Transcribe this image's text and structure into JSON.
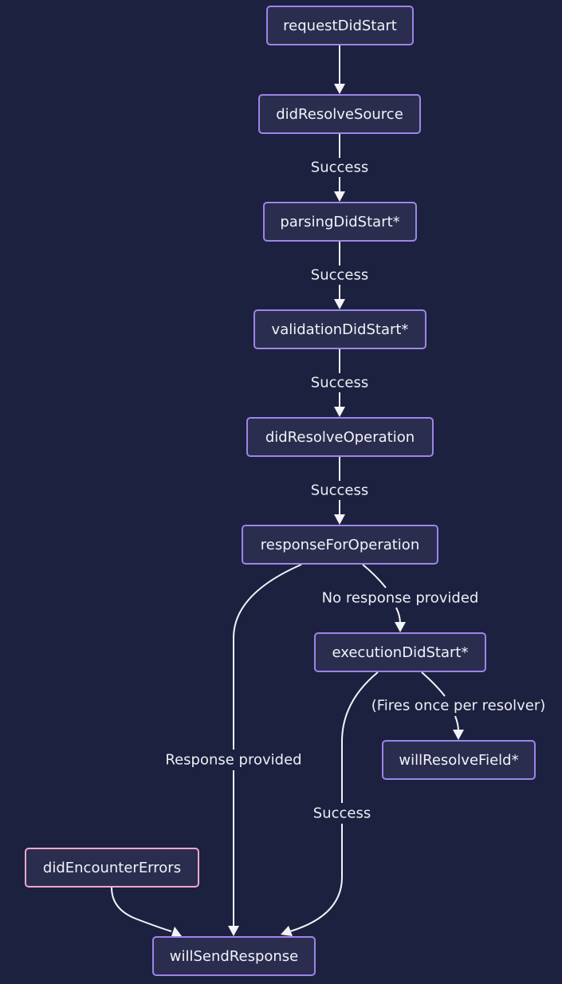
{
  "diagram": {
    "nodes": {
      "requestDidStart": "requestDidStart",
      "didResolveSource": "didResolveSource",
      "parsingDidStart": "parsingDidStart*",
      "validationDidStart": "validationDidStart*",
      "didResolveOperation": "didResolveOperation",
      "responseForOperation": "responseForOperation",
      "executionDidStart": "executionDidStart*",
      "willResolveField": "willResolveField*",
      "didEncounterErrors": "didEncounterErrors",
      "willSendResponse": "willSendResponse"
    },
    "edges": [
      {
        "from": "requestDidStart",
        "to": "didResolveSource",
        "label": ""
      },
      {
        "from": "didResolveSource",
        "to": "parsingDidStart",
        "label": "Success"
      },
      {
        "from": "parsingDidStart",
        "to": "validationDidStart",
        "label": "Success"
      },
      {
        "from": "validationDidStart",
        "to": "didResolveOperation",
        "label": "Success"
      },
      {
        "from": "didResolveOperation",
        "to": "responseForOperation",
        "label": "Success"
      },
      {
        "from": "responseForOperation",
        "to": "executionDidStart",
        "label": "No response provided"
      },
      {
        "from": "executionDidStart",
        "to": "willResolveField",
        "label": "(Fires once per resolver)"
      },
      {
        "from": "responseForOperation",
        "to": "willSendResponse",
        "label": "Response provided"
      },
      {
        "from": "executionDidStart",
        "to": "willSendResponse",
        "label": "Success"
      },
      {
        "from": "didEncounterErrors",
        "to": "willSendResponse",
        "label": ""
      }
    ],
    "colors": {
      "background": "#1c2140",
      "node_fill": "#2b2d4f",
      "node_border": "#9d84e8",
      "error_node_border": "#f0a8c6",
      "edge": "#f4f4f8",
      "text": "#f2f2f8"
    }
  }
}
